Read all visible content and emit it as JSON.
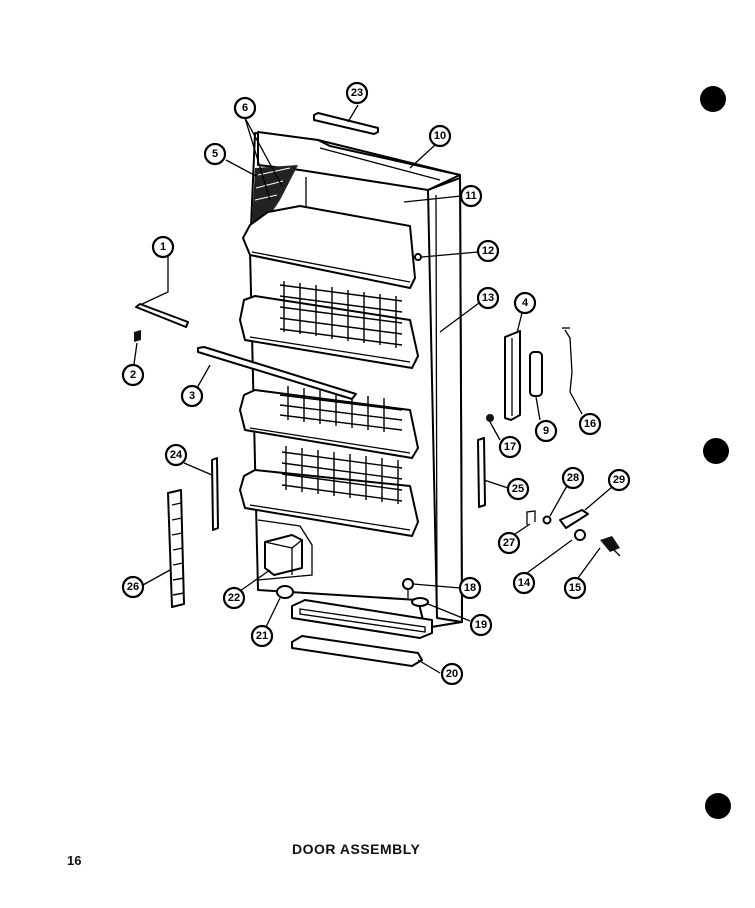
{
  "diagram": {
    "title": "DOOR ASSEMBLY",
    "page_number": "16",
    "callouts": [
      "1",
      "2",
      "3",
      "4",
      "5",
      "6",
      "9",
      "10",
      "11",
      "12",
      "13",
      "14",
      "15",
      "16",
      "17",
      "18",
      "19",
      "20",
      "21",
      "22",
      "23",
      "24",
      "25",
      "26",
      "27",
      "28",
      "29"
    ]
  }
}
